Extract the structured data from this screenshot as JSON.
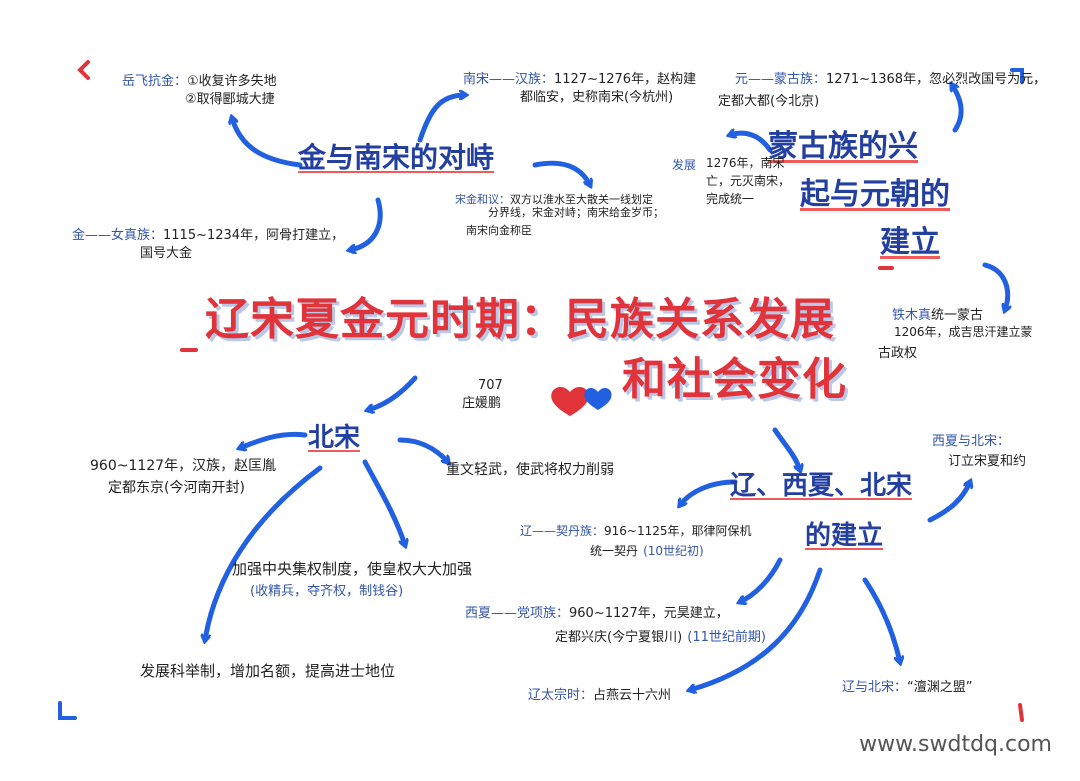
{
  "title": {
    "line1": "辽宋夏金元时期：民族关系发展",
    "line2": "和社会变化"
  },
  "author": {
    "code": "707",
    "name": "庄媛鹏"
  },
  "watermark": "www.swdtdq.com",
  "colors": {
    "title_red": "#e0333a",
    "topic_blue": "#2340a0",
    "arrow_blue": "#2160e0"
  },
  "jin_song": {
    "topic": "金与南宋的对峙",
    "yuefei": {
      "label": "岳飞抗金：",
      "items": [
        "①收复许多失地",
        "②取得郾城大捷"
      ]
    },
    "nansong": {
      "label": "南宋——汉族：",
      "line1": "1127~1276年，赵构建",
      "line2": "都临安，史称南宋(今杭州)"
    },
    "jin": {
      "label": "金——女真族：",
      "line1": "1115~1234年，阿骨打建立，",
      "line2": "国号大金"
    },
    "heyi": {
      "label": "宋金和议：",
      "line1": "双方以淮水至大散关一线划定",
      "line2": "分界线，宋金对峙；南宋给金岁币；",
      "line3": "南宋向金称臣"
    }
  },
  "mongol": {
    "topic_lines": [
      "蒙古族的兴",
      "起与元朝的",
      "建立"
    ],
    "yuan": {
      "label": "元——蒙古族：",
      "line1": "1271~1368年，忽必烈改国号为元，",
      "line2": "定都大都(今北京)"
    },
    "fazhan": {
      "label": "发展",
      "line1": "1276年，南宋",
      "line2": "亡，元灭南宋，",
      "line3": "完成统一"
    },
    "tiemuzhen": {
      "label": "铁木真",
      "line1": "统一蒙古",
      "line2": "1206年，成吉思汗建立蒙",
      "line3": "古政权"
    }
  },
  "beisong": {
    "topic": "北宋",
    "founding": {
      "line1": "960~1127年，汉族，赵匡胤",
      "line2": "定都东京(今河南开封)"
    },
    "zhongwen": "重文轻武，使武将权力削弱",
    "jiaqiang": {
      "line1": "加强中央集权制度，使皇权大大加强",
      "line2": "(收精兵，夺齐权，制钱谷)"
    },
    "keju": "发展科举制，增加名额，提高进士地位"
  },
  "liao_xixia": {
    "topic_lines": [
      "辽、西夏、北宋",
      "的建立"
    ],
    "liao": {
      "label": "辽——契丹族：",
      "line1": "916~1125年，耶律阿保机",
      "line2": "统一契丹",
      "note": "(10世纪初)"
    },
    "xixia": {
      "label": "西夏——党项族：",
      "line1": "960~1127年，元昊建立，",
      "line2": "定都兴庆(今宁夏银川)",
      "note": "(11世纪前期)"
    },
    "liaotaizong": {
      "label": "辽太宗时：",
      "text": "占燕云十六州"
    },
    "xixia_beisong": {
      "label": "西夏与北宋：",
      "text": "订立宋夏和约"
    },
    "liao_beisong": {
      "label": "辽与北宋：",
      "text": "“澶渊之盟”"
    }
  }
}
